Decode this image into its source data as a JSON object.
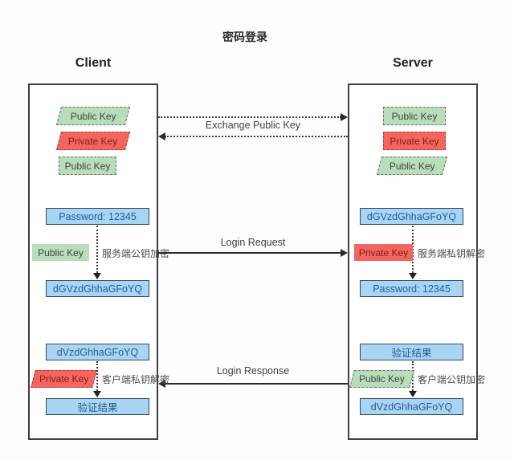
{
  "title": "密码登录",
  "client": {
    "header": "Client",
    "keys": {
      "k1": "Public Key",
      "k2": "Private Key",
      "k3": "Public Key"
    },
    "request": {
      "input": "Password: 12345",
      "key": "Public Key",
      "note": "服务端公钥加密",
      "output": "dGVzdGhhaGFoYQ"
    },
    "response": {
      "input": "dVzdGhhaGFoYQ",
      "key": "Private Key",
      "note": "客户端私钥解密",
      "output": "验证结果"
    }
  },
  "server": {
    "header": "Server",
    "keys": {
      "k1": "Public Key",
      "k2": "Private Key",
      "k3": "Public Key"
    },
    "request": {
      "input": "dGVzdGhhaGFoYQ",
      "key": "Private Key",
      "note": "服务端私钥解密",
      "output": "Password: 12345"
    },
    "response": {
      "input": "验证结果",
      "key": "Public Key",
      "note": "客户端公钥加密",
      "output": "dVzdGhhaGFoYQ"
    }
  },
  "arrows": {
    "exchange": "Exchange Public Key",
    "request": "Login Request",
    "response": "Login Response"
  },
  "colors": {
    "public_key_fill": "#b9dcba",
    "private_key_fill": "#f4655f",
    "message_fill": "#a9d5f5",
    "message_border": "#31475c",
    "message_text": "#245c90",
    "box_border": "#3f3f3f"
  }
}
